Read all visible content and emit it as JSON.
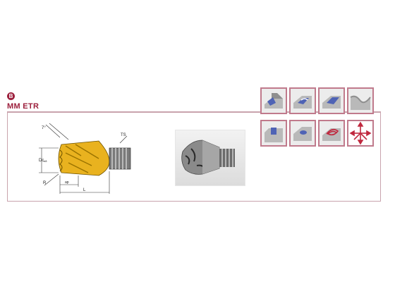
{
  "section": {
    "badge": "B",
    "title": "MM ETR"
  },
  "drawing": {
    "angle_label": "7°",
    "ts_label": "TS",
    "dia_label": "Dc",
    "dia_sub": "e8",
    "radius_label": "R",
    "ap_label": "ap",
    "length_label": "L"
  },
  "icons": [
    {
      "name": "shoulder-milling-icon"
    },
    {
      "name": "slot-milling-icon"
    },
    {
      "name": "pocket-milling-icon"
    },
    {
      "name": "profiling-icon"
    },
    {
      "name": "step-milling-icon"
    },
    {
      "name": "plunge-milling-icon"
    },
    {
      "name": "helical-interpolation-icon"
    },
    {
      "name": "multi-direction-icon"
    }
  ],
  "colors": {
    "accent": "#9c1f3c",
    "icon_border": "#c07a8c",
    "insert_gold": "#e9b21f"
  }
}
